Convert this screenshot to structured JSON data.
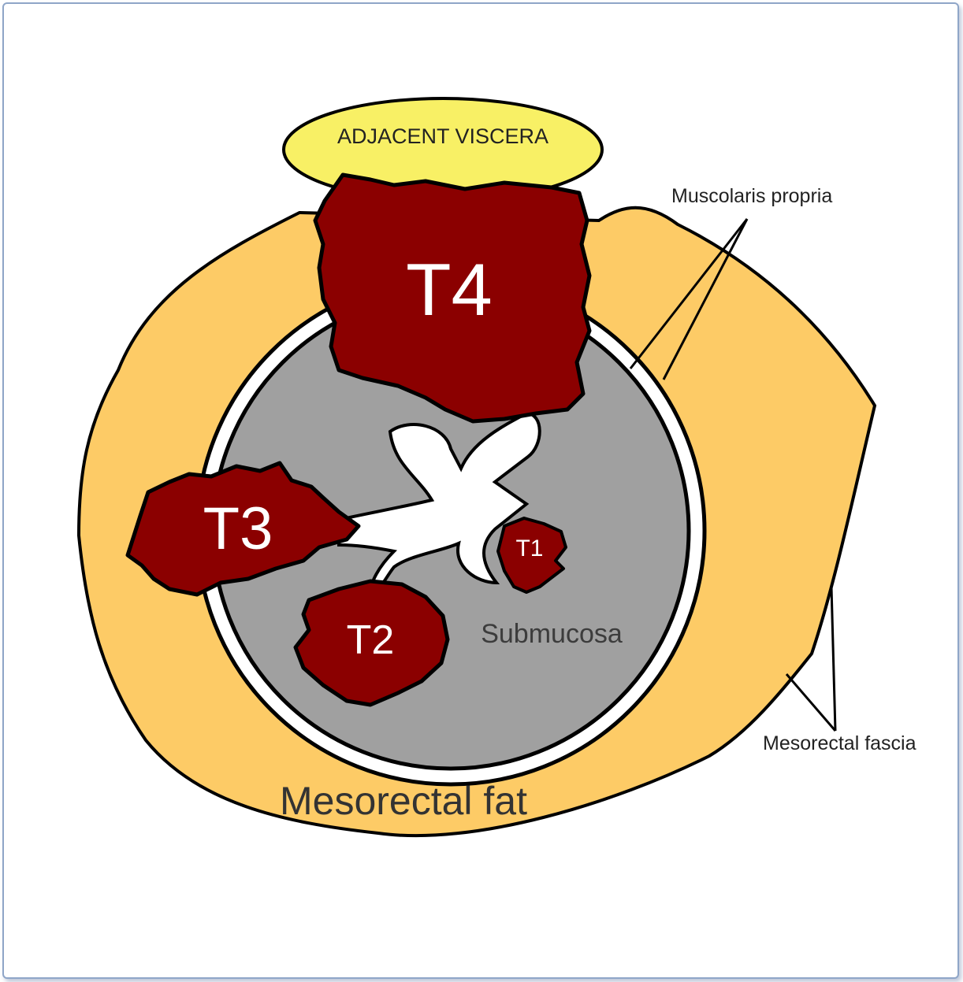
{
  "labels": {
    "adjacent_viscera": "ADJACENT VISCERA",
    "muscularis": "Muscolaris propria",
    "t4": "T4",
    "t3": "T3",
    "t2": "T2",
    "t1": "T1",
    "submucosa": "Submucosa",
    "mesorectal_fat": "Mesorectal fat",
    "mesorectal_fascia": "Mesorectal fascia"
  },
  "colors": {
    "fat": "#fdcb66",
    "viscera": "#f8f065",
    "tumor": "#8b0000",
    "submucosa": "#a0a0a0",
    "lumen": "#ffffff",
    "outline": "#000000",
    "frame": "#8fa6c8"
  }
}
